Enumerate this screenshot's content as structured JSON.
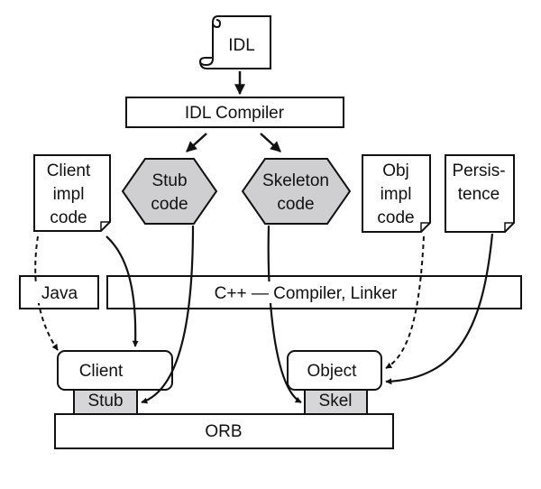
{
  "diagram": {
    "idl": "IDL",
    "idl_compiler": "IDL Compiler",
    "stub_code": {
      "line1": "Stub",
      "line2": "code"
    },
    "skeleton_code": {
      "line1": "Skeleton",
      "line2": "code"
    },
    "client_impl_code": {
      "line1": "Client",
      "line2": "impl",
      "line3": "code"
    },
    "obj_impl_code": {
      "line1": "Obj",
      "line2": "impl",
      "line3": "code"
    },
    "persistence": {
      "line1": "Persis-",
      "line2": "tence"
    },
    "java": "Java",
    "cpp_compiler_linker": "C++ — Compiler, Linker",
    "client": "Client",
    "stub": "Stub",
    "object": "Object",
    "skel": "Skel",
    "orb": "ORB"
  },
  "colors": {
    "stroke": "#111111",
    "hexagon_fill": "#cfcfd1",
    "stub_skel_fill": "#d6d6d8",
    "background": "#ffffff"
  }
}
